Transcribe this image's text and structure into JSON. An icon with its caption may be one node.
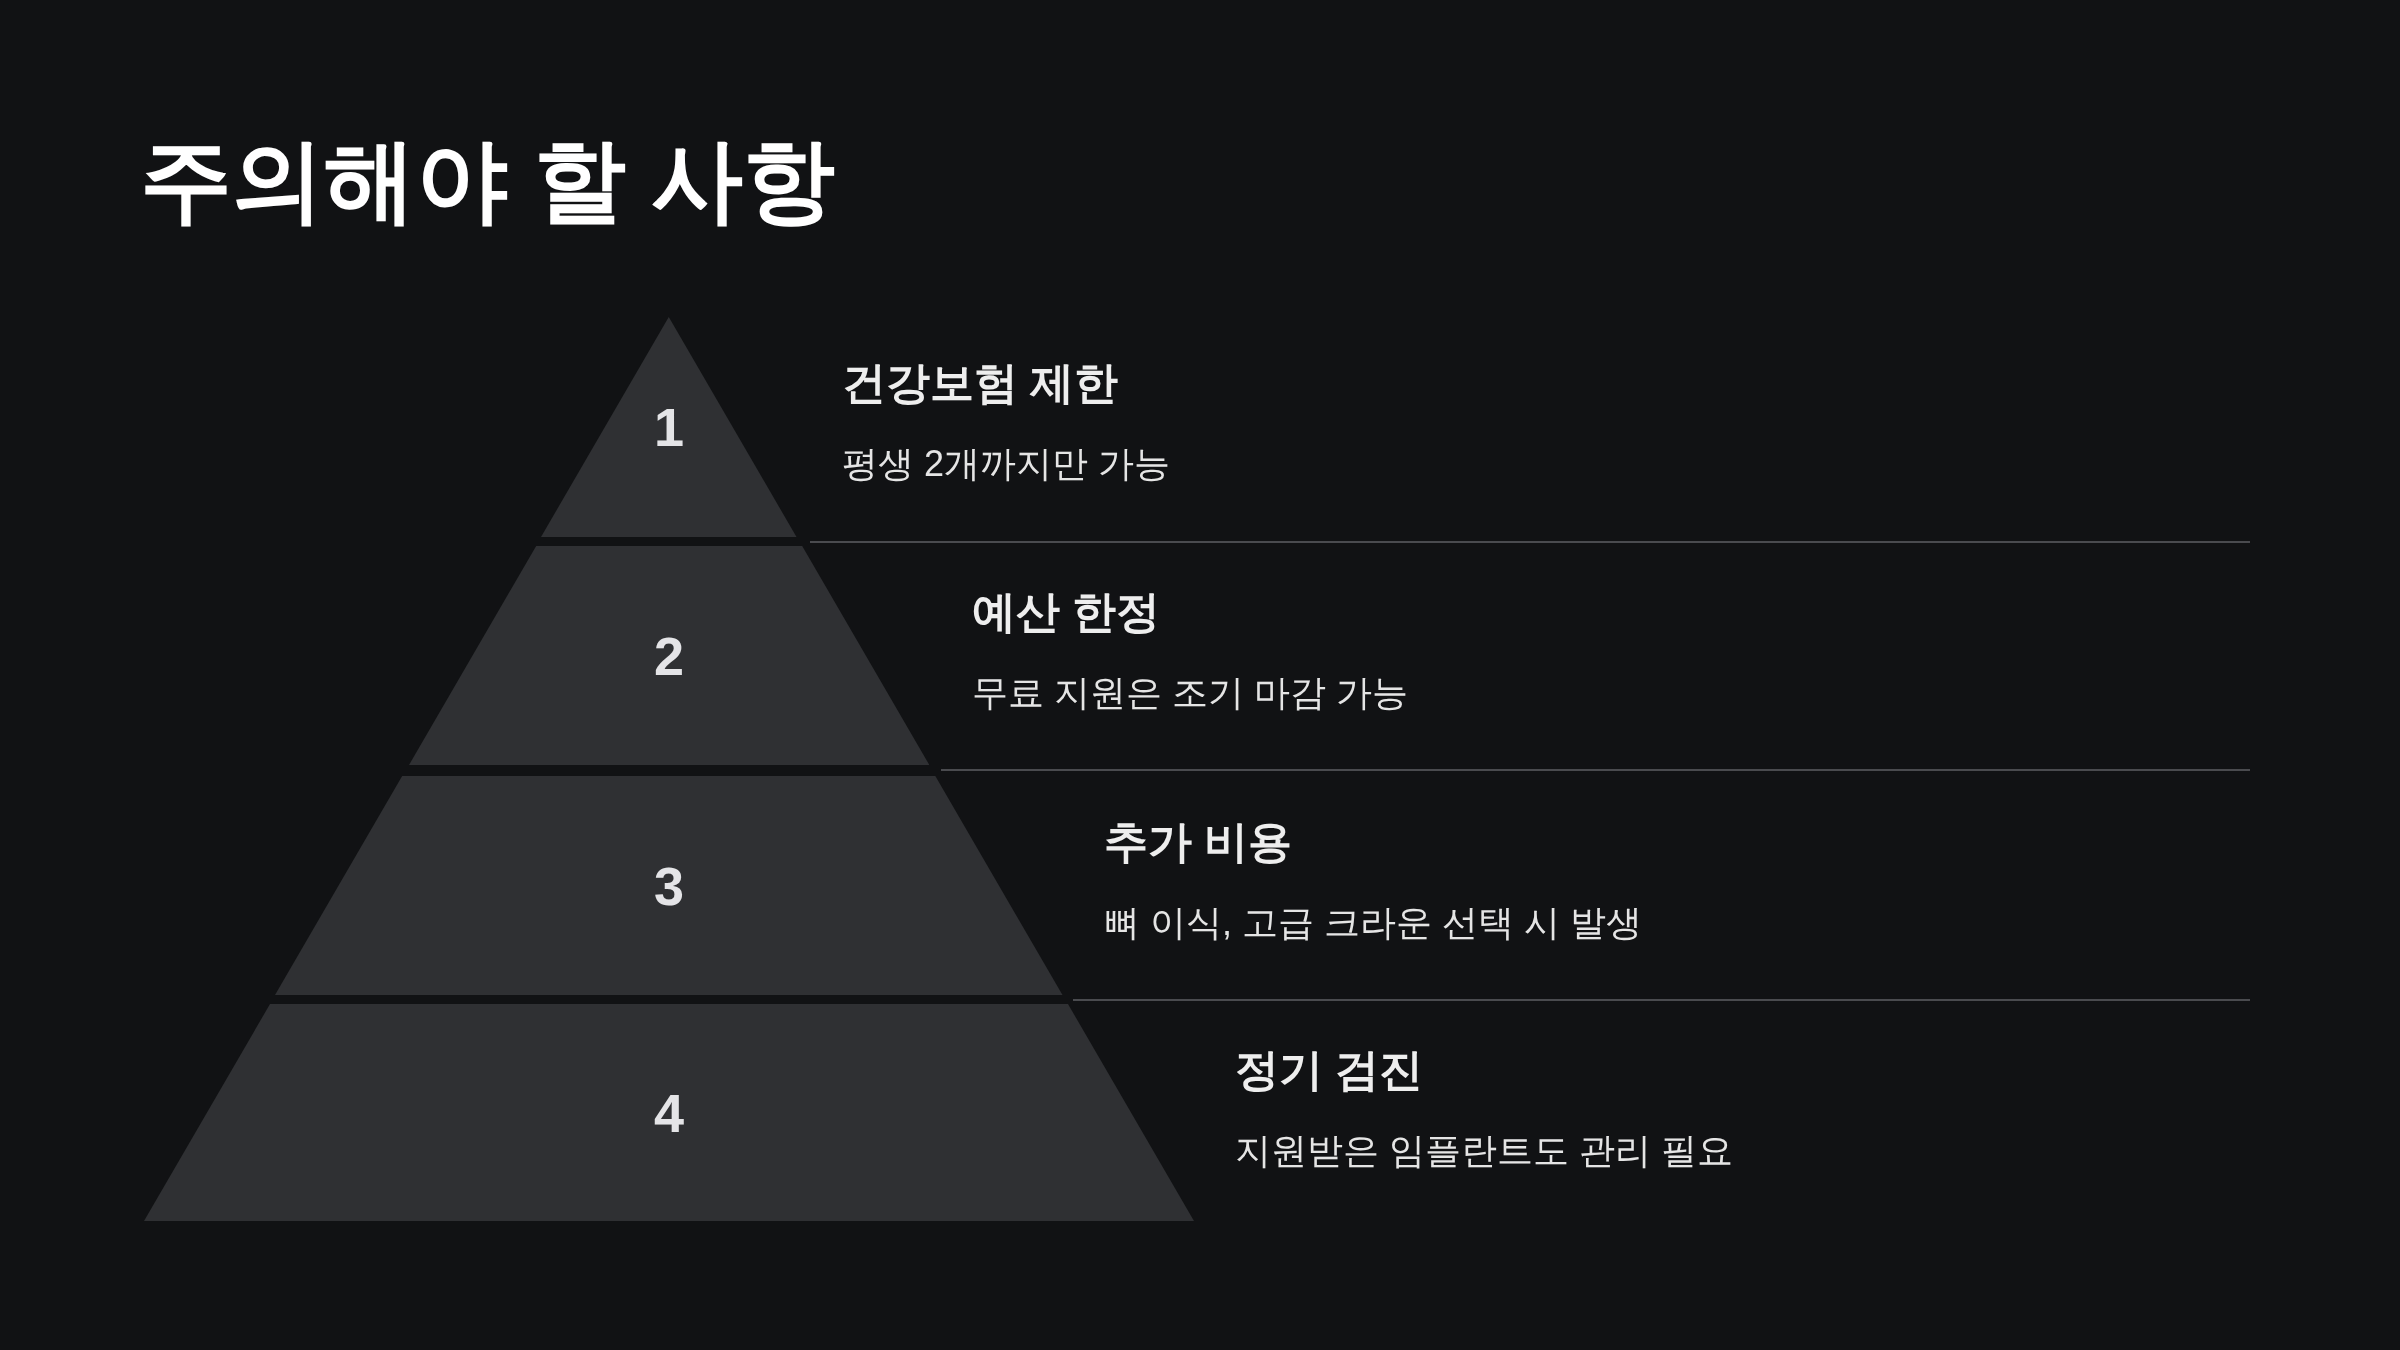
{
  "diagram": {
    "title": "주의해야 할 사항",
    "nodes": [
      {
        "text": [
          "1"
        ],
        "beside": [
          "건강보험 제한",
          "평생 2개까지만 가능"
        ]
      },
      {
        "text": [
          "2"
        ],
        "beside": [
          "예산 한정",
          "무료 지원은 조기 마감 가능"
        ]
      },
      {
        "text": [
          "3"
        ],
        "beside": [
          "추가 비용",
          "뼈 이식, 고급 크라운 선택 시 발생"
        ]
      },
      {
        "text": [
          "4"
        ],
        "beside": [
          "정기 검진",
          "지원받은 임플란트도 관리 필요"
        ]
      }
    ]
  }
}
